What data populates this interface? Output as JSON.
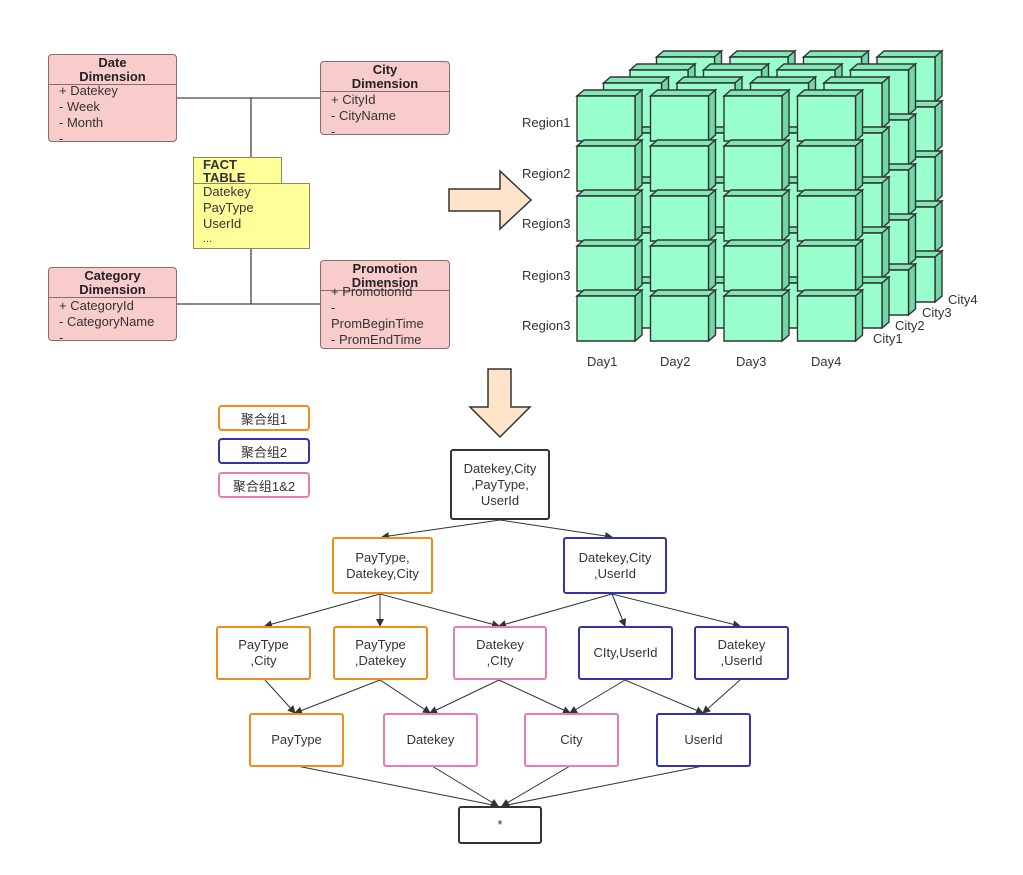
{
  "star_schema": {
    "date_dimension": {
      "title": "Date\nDimension",
      "fields": [
        "+ Datekey",
        "- Week",
        "- Month",
        "- ..."
      ]
    },
    "city_dimension": {
      "title": "City\nDimension",
      "fields": [
        "+ CityId",
        "- CityName",
        "- ..."
      ]
    },
    "fact_table": {
      "title": "FACT\nTABLE",
      "fields": [
        "Datekey",
        "PayType",
        "UserId",
        "..."
      ]
    },
    "category_dimension": {
      "title": "Category\nDimension",
      "fields": [
        "+ CategoryId",
        "- CategoryName",
        "- ..."
      ]
    },
    "promotion_dimension": {
      "title": "Promotion\nDimension",
      "fields": [
        "+ PromotionId",
        "-",
        "PromBeginTime",
        "- PromEndTime",
        "- ..."
      ]
    }
  },
  "cube": {
    "rows": [
      "Region1",
      "Region2",
      "Region3",
      "Region3",
      "Region3"
    ],
    "columns": [
      "Day1",
      "Day2",
      "Day3",
      "Day4"
    ],
    "depth": [
      "City1",
      "City2",
      "City3",
      "City4"
    ],
    "cell_color": "#99ffcc"
  },
  "legend": [
    {
      "label": "聚合组1",
      "color": "#f08c1a"
    },
    {
      "label": "聚合组2",
      "color": "#3333aa"
    },
    {
      "label": "聚合组1&2",
      "color": "#e87bb8"
    }
  ],
  "lattice": {
    "root": "Datekey,City\n,PayType,\nUserId",
    "l1": [
      "PayType,\nDatekey,City",
      "Datekey,City\n,UserId"
    ],
    "l2": [
      "PayType\n,City",
      "PayType\n,Datekey",
      "Datekey\n,CIty",
      "CIty,UserId",
      "Datekey\n,UserId"
    ],
    "l3": [
      "PayType",
      "Datekey",
      "City",
      "UserId"
    ],
    "apex": "*"
  }
}
